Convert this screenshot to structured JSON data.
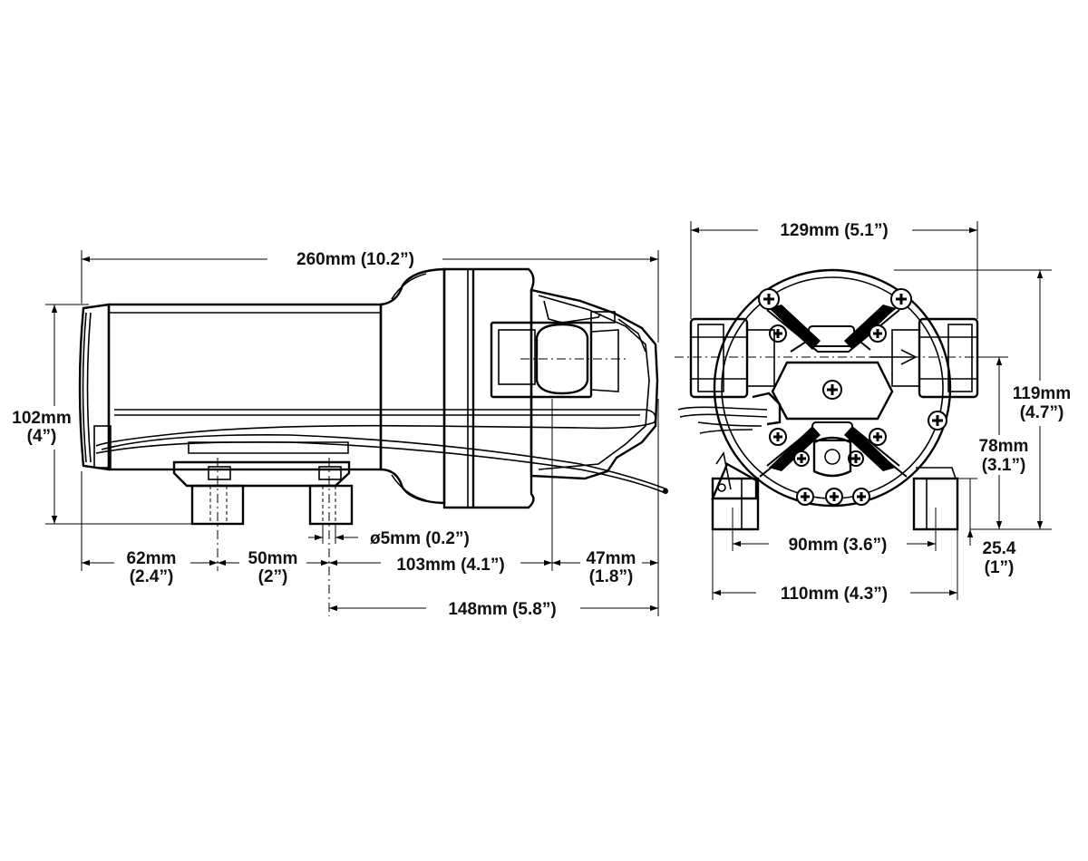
{
  "side_view": {
    "overall_length": "260mm (10.2”)",
    "height_mm": "102mm",
    "height_in": "(4”)",
    "dim_62_mm": "62mm",
    "dim_62_in": "(2.4”)",
    "dim_50_mm": "50mm",
    "dim_50_in": "(2”)",
    "hole_dia": "ø5mm (0.2”)",
    "dim_103": "103mm (4.1”)",
    "dim_47_mm": "47mm",
    "dim_47_in": "(1.8”)",
    "dim_148": "148mm (5.8”)"
  },
  "end_view": {
    "width_129": "129mm (5.1”)",
    "height_119_mm": "119mm",
    "height_119_in": "(4.7”)",
    "height_78_mm": "78mm",
    "height_78_in": "(3.1”)",
    "dim_90": "90mm (3.6”)",
    "dim_25_mm": "25.4",
    "dim_25_in": "(1”)",
    "dim_110": "110mm (4.3”)"
  }
}
